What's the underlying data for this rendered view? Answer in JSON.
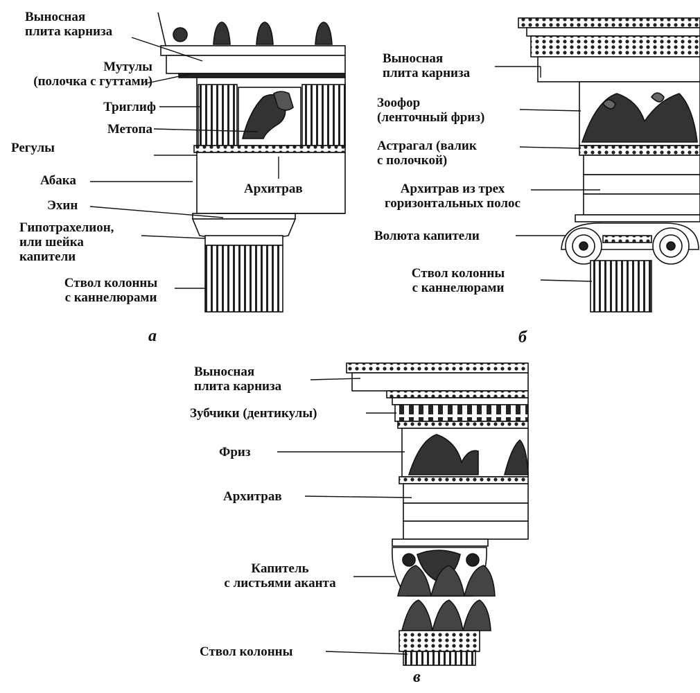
{
  "panels": {
    "a": {
      "caption": "а",
      "labels": {
        "cornice": "Выносная\nплита карниза",
        "mutules": "Мутулы\n(полочка с гуттами)",
        "triglyph": "Триглиф",
        "metope": "Метопа",
        "regulae": "Регулы",
        "abacus": "Абака",
        "architrave": "Архитрав",
        "echinus": "Эхин",
        "hypotrachelion": "Гипотрахелион,\nили шейка\nкапители",
        "shaft": "Ствол колонны\nс каннелюрами"
      }
    },
    "b": {
      "caption": "б",
      "labels": {
        "cornice": "Выносная\nплита карниза",
        "zoophoros": "Зоофор\n(ленточный фриз)",
        "astragal": "Астрагал (валик\nс полочкой)",
        "architrave": "Архитрав из трех\nгоризонтальных полос",
        "volute": "Волюта капители",
        "shaft": "Ствол колонны\nс каннелюрами"
      }
    },
    "c": {
      "caption": "в",
      "labels": {
        "cornice": "Выносная\nплита карниза",
        "dentils": "Зубчики (дентикулы)",
        "frieze": "Фриз",
        "architrave": "Архитрав",
        "capital": "Капитель\nс листьями аканта",
        "shaft": "Ствол колонны"
      }
    }
  }
}
